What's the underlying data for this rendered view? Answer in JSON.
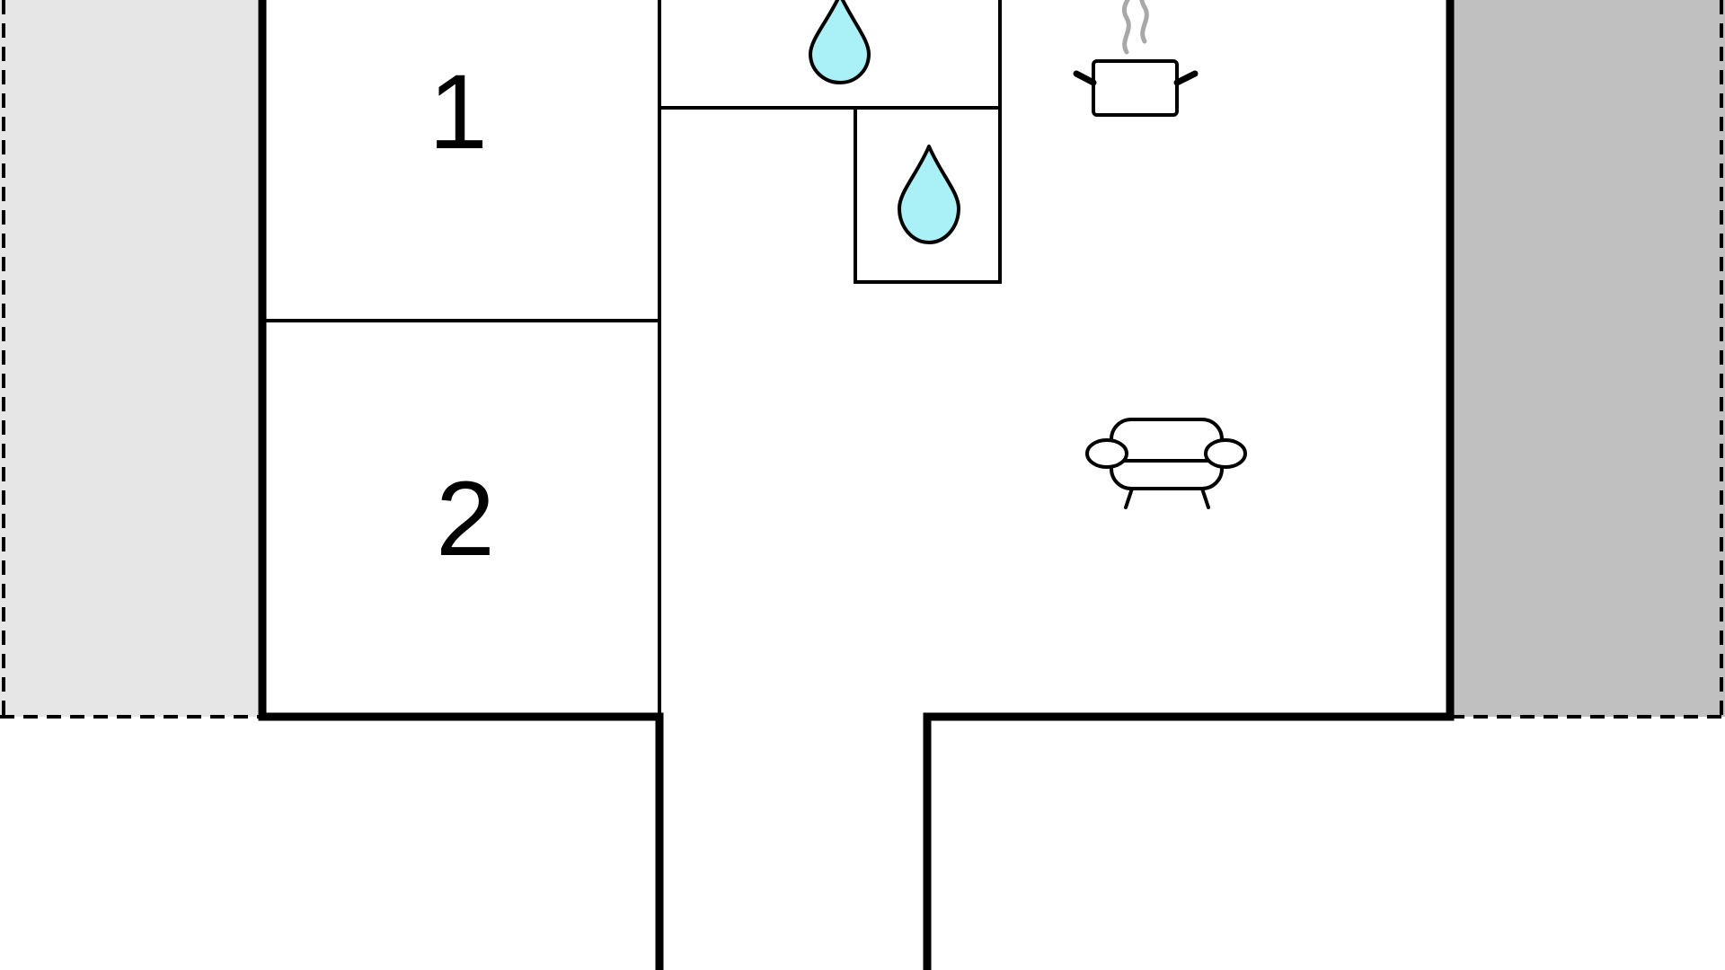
{
  "floorplan": {
    "rooms": [
      {
        "id": "bedroom-1",
        "label": "1"
      },
      {
        "id": "bedroom-2",
        "label": "2"
      }
    ],
    "icons": {
      "bathroom-upper": "water-drop-icon",
      "bathroom-lower": "water-drop-icon",
      "kitchen": "cooking-pot-icon",
      "living-room": "sofa-icon"
    },
    "colors": {
      "outer_area_left": "#e6e6e6",
      "outer_area_right": "#c0c0c0",
      "wall": "#000000",
      "room_fill": "#ffffff",
      "water": "#a9f1f7",
      "steam": "#a8a8a8"
    }
  }
}
